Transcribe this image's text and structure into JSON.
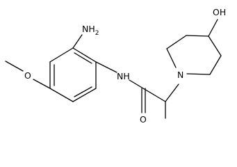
{
  "molecule": {
    "labels": {
      "amine_n": "NH",
      "amine_sub": "2",
      "amide_nh": "NH",
      "methoxy_o": "O",
      "carbonyl_o": "O",
      "ring_n": "N",
      "hydroxyl": "OH"
    }
  }
}
